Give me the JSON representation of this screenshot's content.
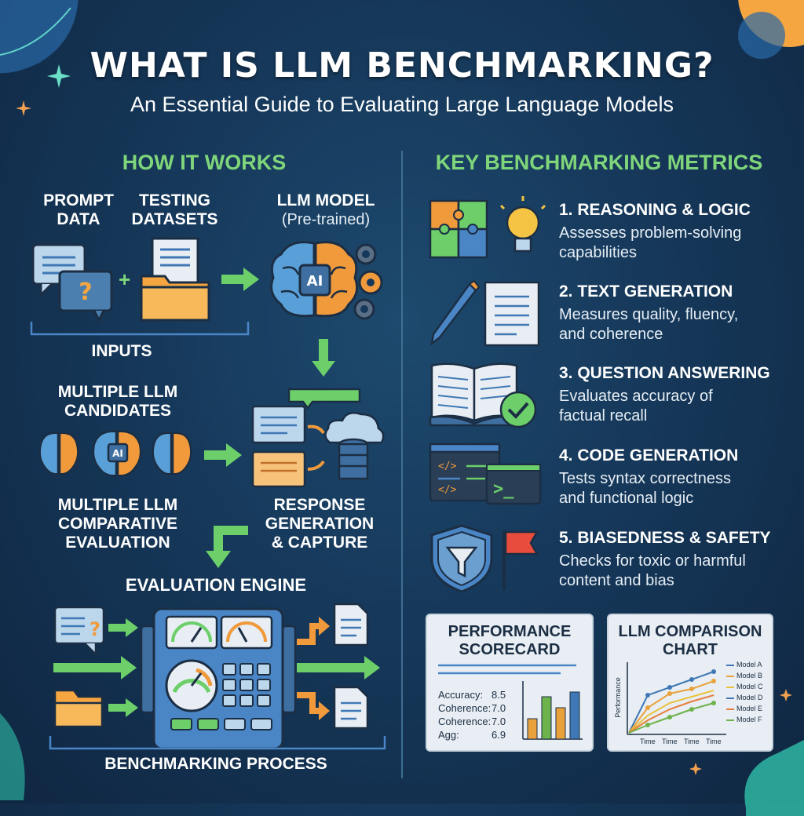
{
  "header": {
    "title": "WHAT IS LLM BENCHMARKING?",
    "subtitle": "An Essential Guide to Evaluating Large Language Models"
  },
  "how_it_works": {
    "section_title": "HOW IT WORKS",
    "prompt_data": [
      "PROMPT",
      "DATA"
    ],
    "testing_datasets": [
      "TESTING",
      "DATASETS"
    ],
    "llm_model": [
      "LLM MODEL",
      "(Pre-trained)"
    ],
    "inputs_label": "INPUTS",
    "ai_badge": "AI",
    "multiple_candidates": [
      "MULTIPLE LLM",
      "CANDIDATES"
    ],
    "comparative_eval": [
      "MULTIPLE LLM",
      "COMPARATIVE",
      "EVALUATION"
    ],
    "response_generation": [
      "RESPONSE",
      "GENERATION",
      "& CAPTURE"
    ],
    "evaluation_engine": "EVALUATION ENGINE",
    "benchmarking_process": "BENCHMARKING PROCESS",
    "question_mark": "?"
  },
  "metrics": {
    "section_title": "KEY BENCHMARKING METRICS",
    "items": [
      {
        "title": "1. REASONING & LOGIC",
        "desc": [
          "Assesses problem-solving",
          "capabilities"
        ],
        "icon": "puzzle-lightbulb-icon"
      },
      {
        "title": "2. TEXT GENERATION",
        "desc": [
          "Measures quality, fluency,",
          "and coherence"
        ],
        "icon": "pen-document-icon"
      },
      {
        "title": "3. QUESTION ANSWERING",
        "desc": [
          "Evaluates accuracy of",
          "factual recall"
        ],
        "icon": "book-check-icon"
      },
      {
        "title": "4. CODE GENERATION",
        "desc": [
          "Tests syntax correctness",
          "and functional logic"
        ],
        "icon": "code-terminal-icon"
      },
      {
        "title": "5. BIASEDNESS & SAFETY",
        "desc": [
          "Checks for toxic or harmful",
          "content and bias"
        ],
        "icon": "shield-flag-icon"
      }
    ],
    "code_snippets": {
      "tag_open": "</>",
      "tag_close": "</>",
      "prompt": ">_"
    }
  },
  "scorecard": {
    "title": [
      "PERFORMANCE",
      "SCORECARD"
    ],
    "rows": [
      {
        "label": "Accuracy:",
        "value": "8.5"
      },
      {
        "label": "Coherence:",
        "value": "7.0"
      },
      {
        "label": "Coherence:",
        "value": "7.0"
      },
      {
        "label": "Agg:",
        "value": "6.9"
      }
    ],
    "bar_colors": [
      "#e9a23b",
      "#6db24a",
      "#e9a23b",
      "#3f78b5"
    ]
  },
  "comparison_chart": {
    "title": [
      "LLM COMPARISON",
      "CHART"
    ],
    "ylabel": "Performance",
    "x_ticks": [
      "Time",
      "Time",
      "Time",
      "Time"
    ],
    "legend": [
      {
        "name": "Model A",
        "color": "#3f78b5"
      },
      {
        "name": "Model B",
        "color": "#e9a23b"
      },
      {
        "name": "Model C",
        "color": "#e9c23b"
      },
      {
        "name": "Model D",
        "color": "#3f78b5"
      },
      {
        "name": "Model E",
        "color": "#e67e3b"
      },
      {
        "name": "Model F",
        "color": "#6db24a"
      }
    ]
  },
  "colors": {
    "background": "#16385a",
    "accent_green": "#7fd67a",
    "arrow_green": "#6ccf6a",
    "orange": "#e98d3b",
    "blue": "#4a86c5"
  }
}
